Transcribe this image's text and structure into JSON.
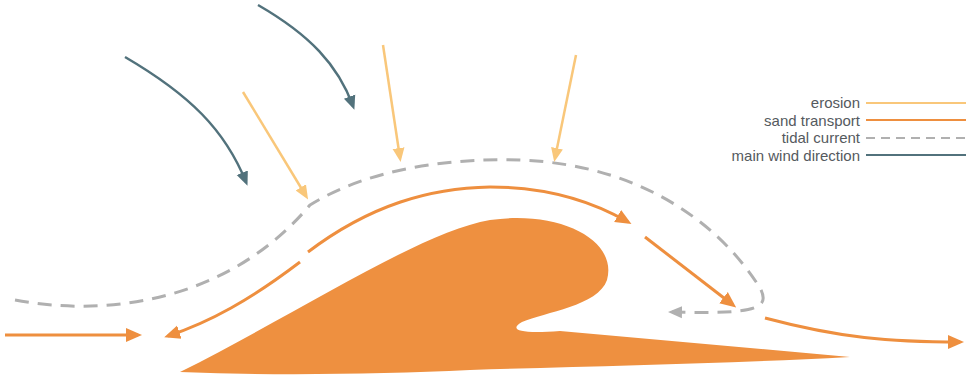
{
  "diagram": {
    "legend": [
      {
        "text": "erosion"
      },
      {
        "text": "sand transport"
      },
      {
        "text": "tidal current"
      },
      {
        "text": "main wind direction"
      }
    ]
  }
}
